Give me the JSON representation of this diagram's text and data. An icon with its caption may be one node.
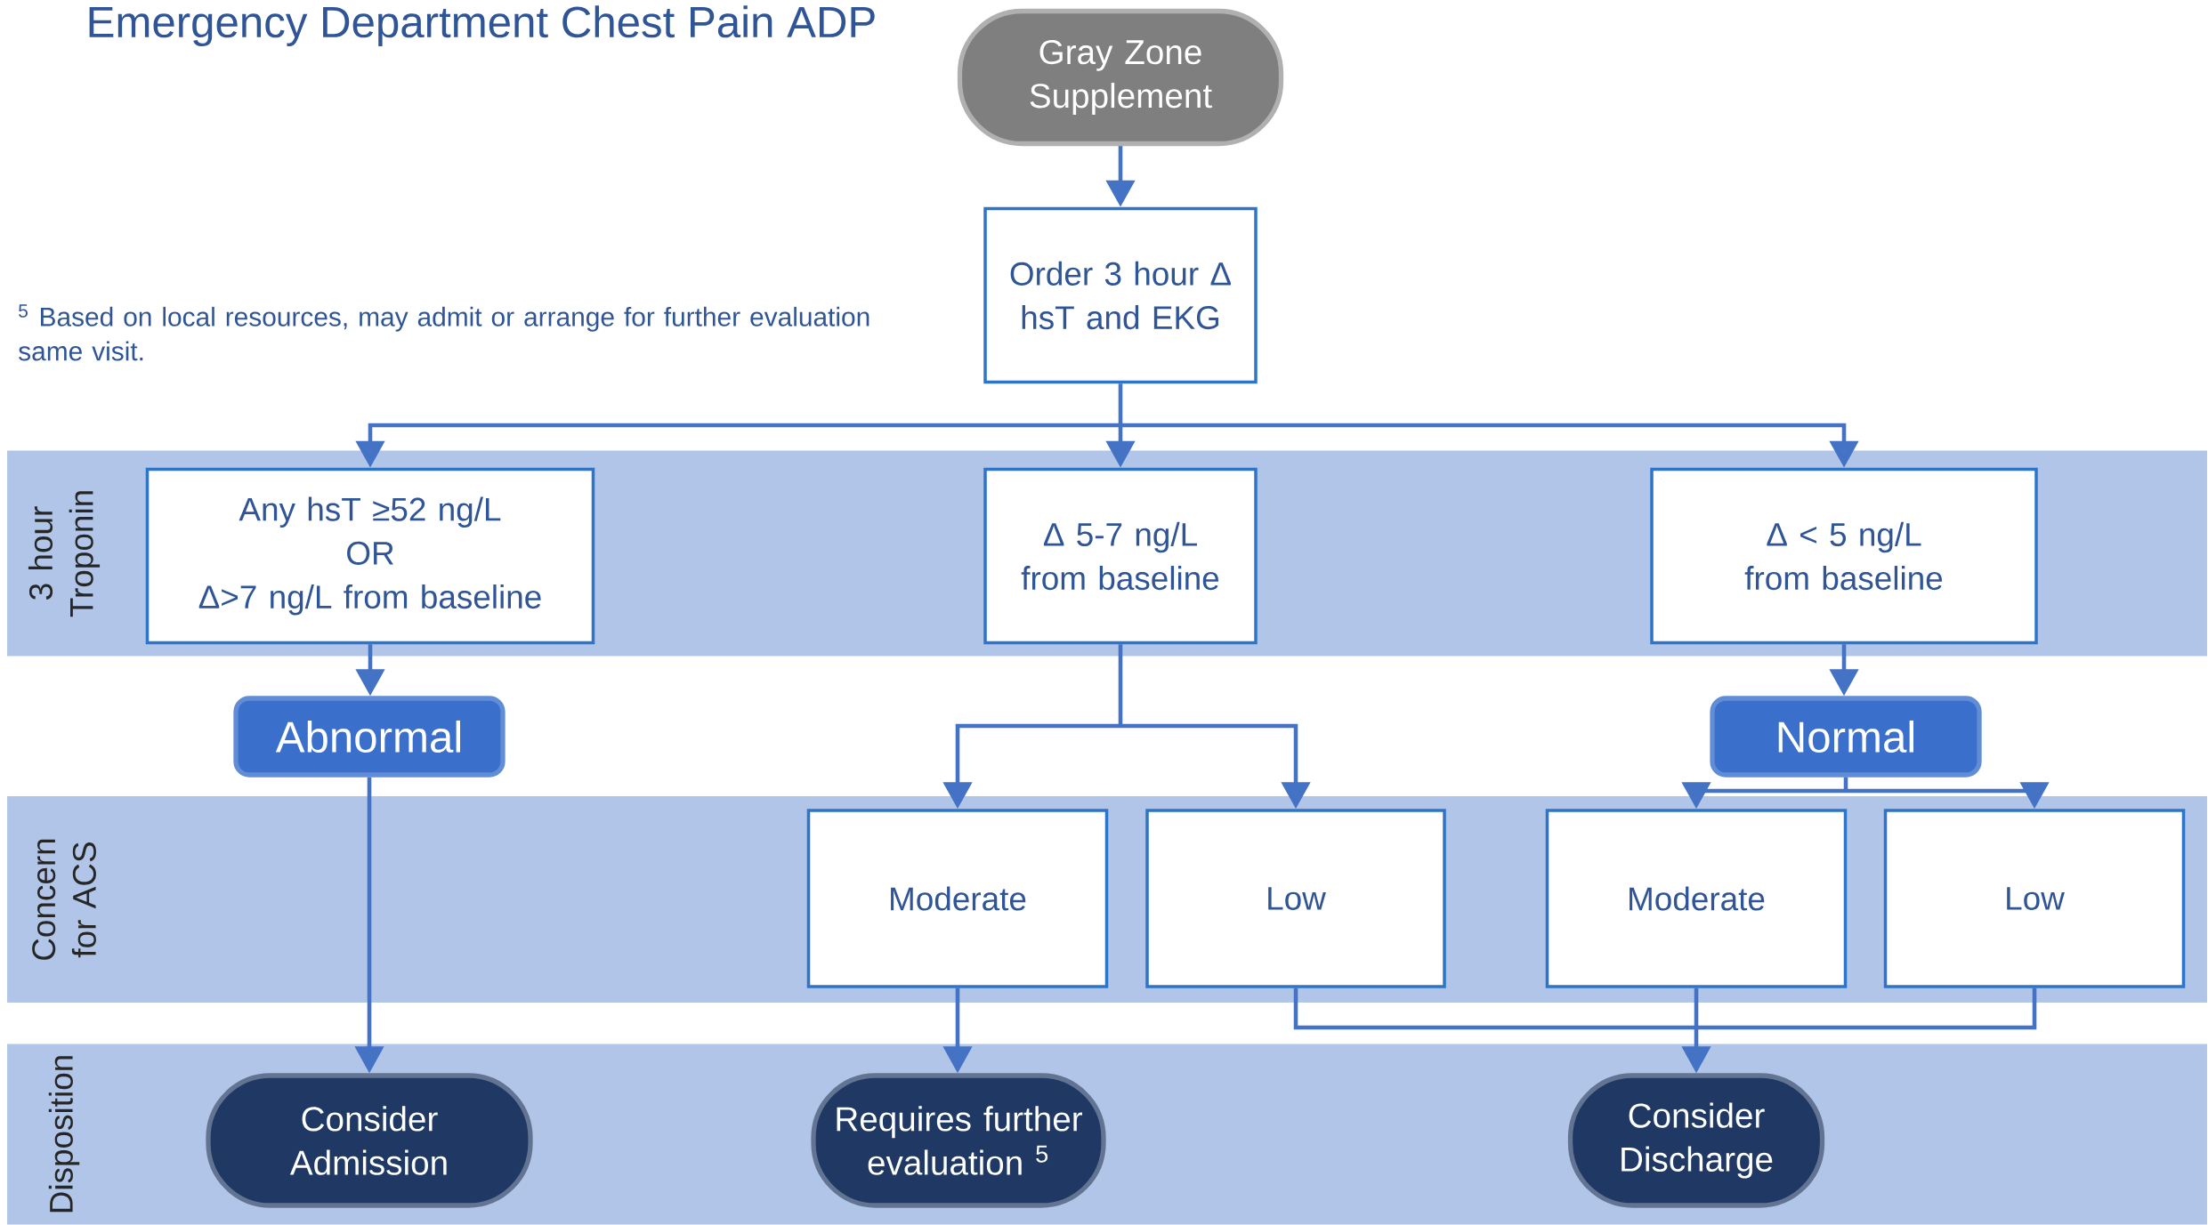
{
  "diagram": {
    "title": "Emergency Department Chest Pain ADP",
    "nodes": [
      {
        "text": [
          "Gray Zone Supplement"
        ]
      },
      {
        "text": [
          "Order 3 hour Δ hsT and EKG"
        ]
      },
      {
        "text": [
          "3 hour Troponin"
        ]
      },
      {
        "text": [
          "Any hsT ≥52 ng/L",
          "OR",
          "Δ>7 ng/L from baseline"
        ],
        "in": 2
      },
      {
        "text": [
          "Δ 5-7 ng/L from baseline"
        ],
        "in": 2
      },
      {
        "text": [
          "Δ < 5 ng/L from baseline"
        ],
        "in": 2
      },
      {
        "text": [
          "Abnormal"
        ]
      },
      {
        "text": [
          "Normal"
        ]
      },
      {
        "text": [
          "Concern for ACS"
        ]
      },
      {
        "text": [
          "Moderate"
        ],
        "in": 8
      },
      {
        "text": [
          "Low"
        ],
        "in": 8
      },
      {
        "text": [
          "Moderate"
        ],
        "in": 8
      },
      {
        "text": [
          "Low"
        ],
        "in": 8
      },
      {
        "text": [
          "Disposition"
        ]
      },
      {
        "text": [
          "Consider Admission"
        ],
        "in": 13
      },
      {
        "text": [
          "Requires further evaluation $^{5}$"
        ],
        "in": 13
      },
      {
        "text": [
          "Consider Discharge"
        ],
        "in": 13
      }
    ],
    "edges": [
      {
        "from": 0,
        "to": 1,
        "arrow": "to"
      },
      {
        "from": 1,
        "to": 3,
        "arrow": "to"
      },
      {
        "from": 1,
        "to": 4,
        "arrow": "to"
      },
      {
        "from": 1,
        "to": 5,
        "arrow": "to"
      },
      {
        "from": 3,
        "to": 6,
        "arrow": "to"
      },
      {
        "from": 5,
        "to": 7,
        "arrow": "to"
      },
      {
        "from": 4,
        "to": 9,
        "arrow": "to"
      },
      {
        "from": 4,
        "to": 10,
        "arrow": "to"
      },
      {
        "from": 7,
        "to": 11,
        "arrow": "to"
      },
      {
        "from": 7,
        "to": 12,
        "arrow": "to"
      },
      {
        "from": 6,
        "to": 14,
        "arrow": "to"
      },
      {
        "from": 9,
        "to": 15,
        "arrow": "to"
      },
      {
        "from": 10,
        "to": 16,
        "arrow": "to"
      },
      {
        "from": 11,
        "to": 16,
        "arrow": "to"
      },
      {
        "from": 12,
        "to": 16,
        "arrow": "to"
      }
    ],
    "labels": [
      "$^{5}$ Based on local resources, may admit or arrange for further evaluation same visit."
    ]
  }
}
